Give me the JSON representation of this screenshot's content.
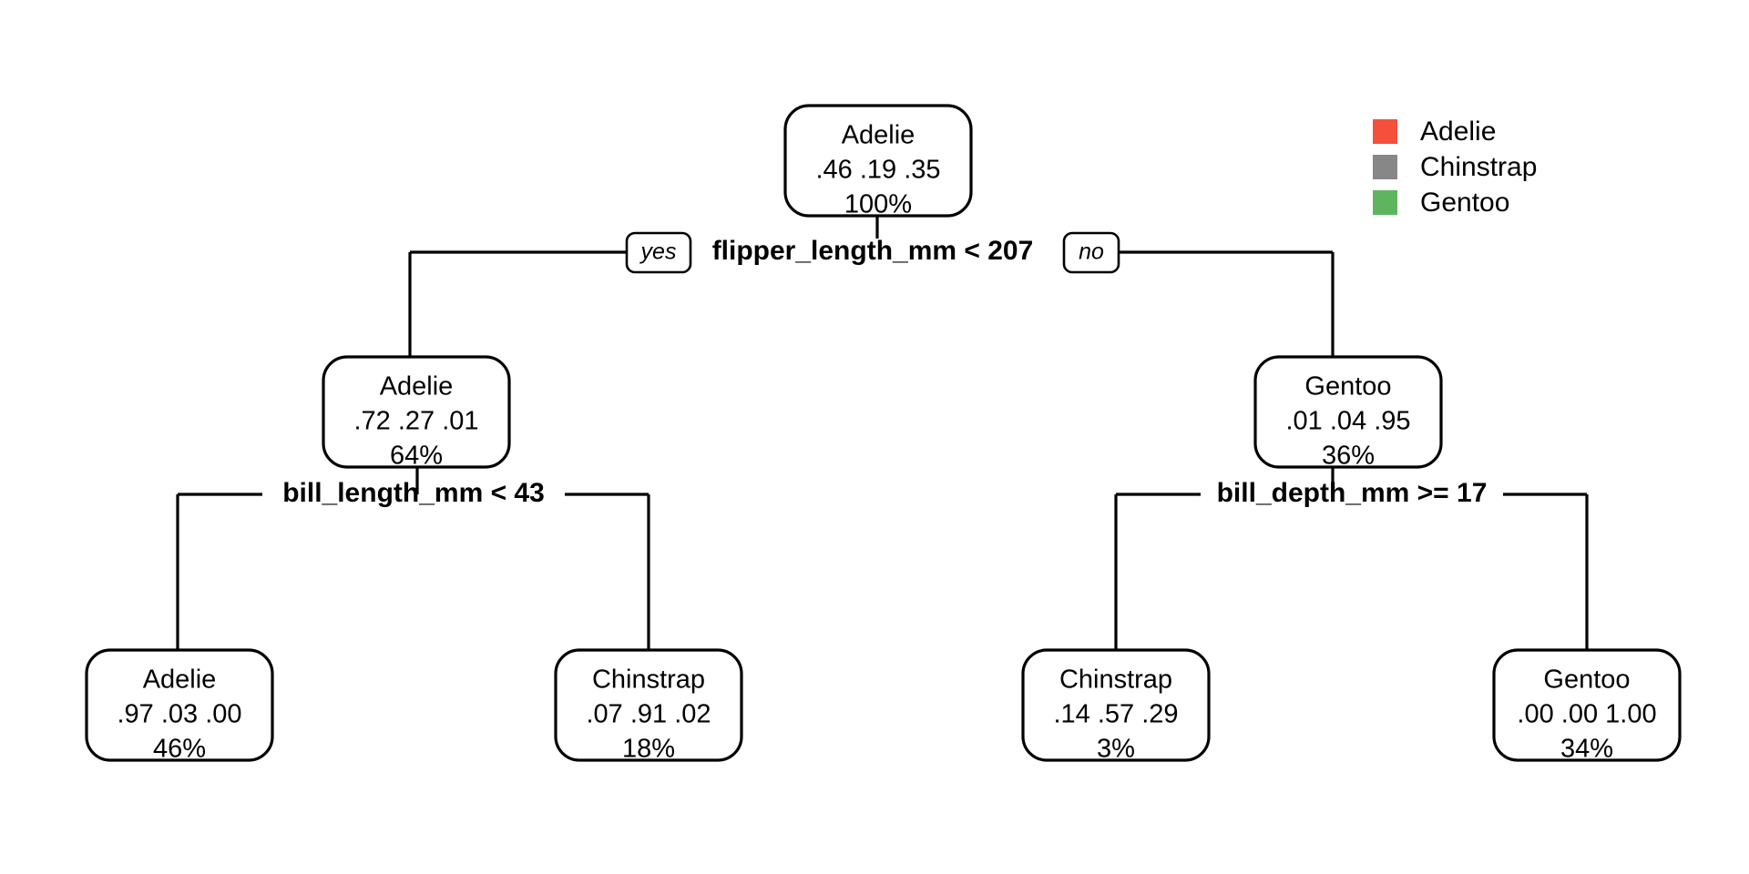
{
  "chart_data": {
    "type": "diagram",
    "subtype": "decision-tree",
    "title": "",
    "classes": [
      "Adelie",
      "Chinstrap",
      "Gentoo"
    ],
    "class_colors": {
      "Adelie": "#F4503C",
      "Chinstrap": "#878787",
      "Gentoo": "#5FB55F"
    },
    "legend": {
      "position": "top-right",
      "entries": [
        {
          "label": "Adelie",
          "color": "#F4503C"
        },
        {
          "label": "Chinstrap",
          "color": "#878787"
        },
        {
          "label": "Gentoo",
          "color": "#5FB55F"
        }
      ]
    },
    "branch_labels": {
      "yes": "yes",
      "no": "no"
    },
    "splits": [
      {
        "id": "split-root",
        "text": "flipper_length_mm < 207",
        "variable": "flipper_length_mm",
        "operator": "<",
        "threshold": "207",
        "depth": 0
      },
      {
        "id": "split-left",
        "text": "bill_length_mm < 43",
        "variable": "bill_length_mm",
        "operator": "<",
        "threshold": "43",
        "depth": 1
      },
      {
        "id": "split-right",
        "text": "bill_depth_mm >= 17",
        "variable": "bill_depth_mm",
        "operator": ">=",
        "threshold": "17",
        "depth": 1
      }
    ],
    "nodes": [
      {
        "id": "node-root",
        "role": "root",
        "predicted_class": "Adelie",
        "probs": [
          ".46",
          ".19",
          ".35"
        ],
        "probs_text": ".46  .19  .35",
        "percent": "100%",
        "fill": "#F8C4AB",
        "depth": 0
      },
      {
        "id": "node-left",
        "role": "internal",
        "predicted_class": "Adelie",
        "probs": [
          ".72",
          ".27",
          ".01"
        ],
        "probs_text": ".72  .27  .01",
        "percent": "64%",
        "fill": "#F5926E",
        "depth": 1
      },
      {
        "id": "node-right",
        "role": "internal",
        "predicted_class": "Gentoo",
        "probs": [
          ".01",
          ".04",
          ".95"
        ],
        "probs_text": ".01  .04  .95",
        "percent": "36%",
        "fill": "#7DC47D",
        "depth": 1
      },
      {
        "id": "leaf-1",
        "role": "leaf",
        "predicted_class": "Adelie",
        "probs": [
          ".97",
          ".03",
          ".00"
        ],
        "probs_text": ".97  .03  .00",
        "percent": "46%",
        "fill": "#F65239",
        "depth": 2
      },
      {
        "id": "leaf-2",
        "role": "leaf",
        "predicted_class": "Chinstrap",
        "probs": [
          ".07",
          ".91",
          ".02"
        ],
        "probs_text": ".07  .91  .02",
        "percent": "18%",
        "fill": "#919191",
        "depth": 2
      },
      {
        "id": "leaf-3",
        "role": "leaf",
        "predicted_class": "Chinstrap",
        "probs": [
          ".14",
          ".57",
          ".29"
        ],
        "probs_text": ".14  .57  .29",
        "percent": "3%",
        "fill": "#BCBCBC",
        "depth": 2
      },
      {
        "id": "leaf-4",
        "role": "leaf",
        "predicted_class": "Gentoo",
        "probs": [
          ".00",
          ".00",
          "1.00"
        ],
        "probs_text": ".00  .00  1.00",
        "percent": "34%",
        "fill": "#62B862",
        "depth": 2
      }
    ]
  }
}
